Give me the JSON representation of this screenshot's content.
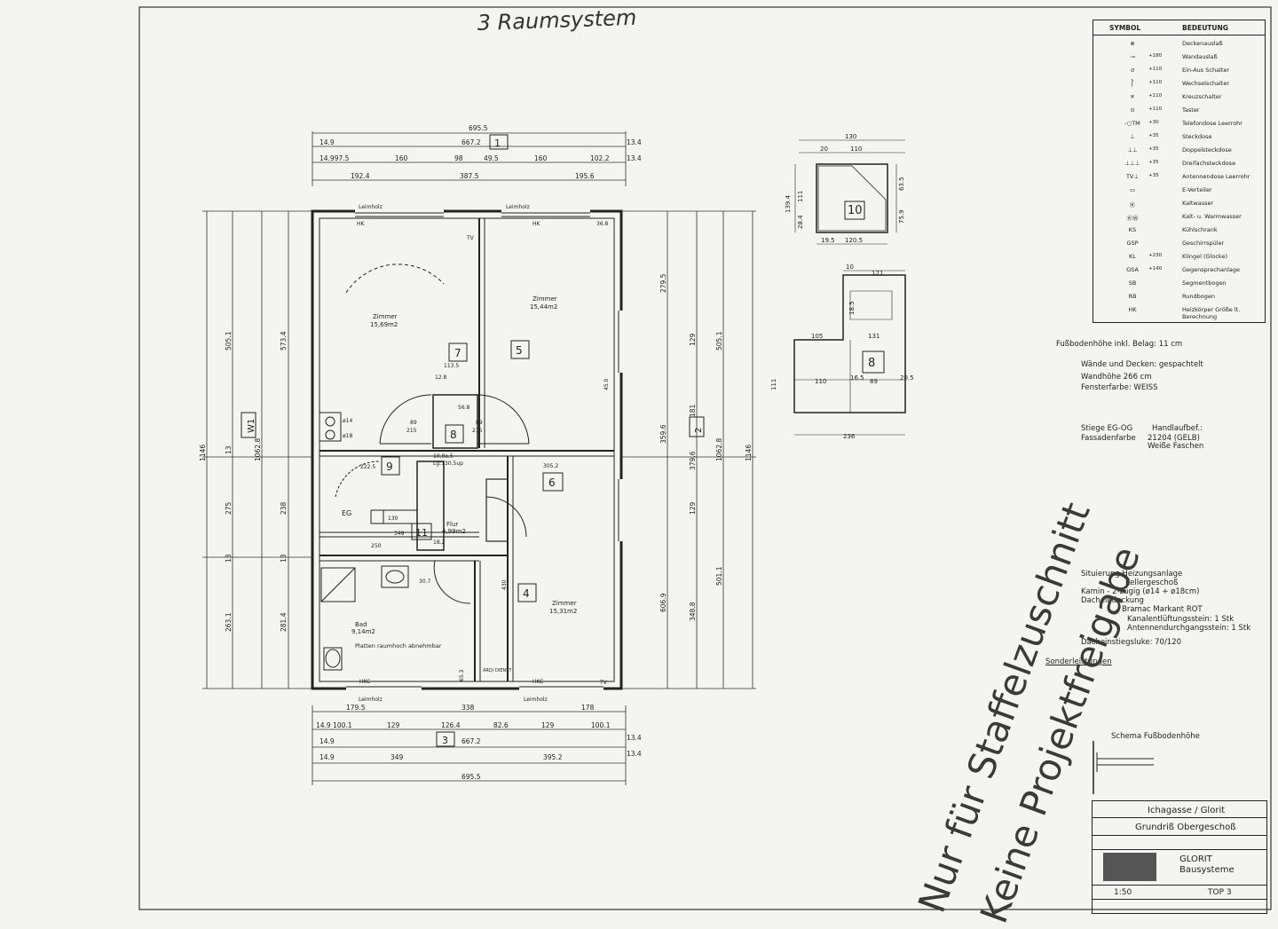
{
  "handwritten_header": "3 Raumsystem",
  "plan": {
    "dims_top": {
      "total": "695.5",
      "inner": "667.2",
      "left_edge": "14.9",
      "right_edge": "13.4",
      "row2": [
        "14.997.5",
        "160",
        "98",
        "49.5",
        "160",
        "102.2",
        "13.4"
      ],
      "row3": [
        "192.4",
        "387.5",
        "195.6"
      ]
    },
    "dims_bottom": {
      "row1": [
        "179.5",
        "338",
        "178"
      ],
      "row2": [
        "14.9 100.1",
        "129",
        "126.4",
        "82.6",
        "129",
        "100.1"
      ],
      "inner": "667.2",
      "left_edge": "14.9",
      "row4": [
        "14.9",
        "349",
        "395.2"
      ],
      "total": "695.5",
      "right_edges": [
        "13.4",
        "13.4"
      ]
    },
    "dims_left": {
      "total": "1146",
      "parts": [
        "505.1",
        "573.4",
        "275",
        "238",
        "281.4",
        "263.1",
        "13",
        "13",
        "13",
        "1062.8"
      ]
    },
    "dims_right": {
      "total": "1146",
      "parts": [
        "279.5",
        "505.1",
        "359.6",
        "379.6",
        "501.1",
        "606.9",
        "348.8",
        "1062.8",
        "181",
        "129",
        "129"
      ]
    },
    "rooms": [
      {
        "number": "7",
        "name": "Zimmer",
        "area": "15,69m2"
      },
      {
        "number": "5",
        "name": "Zimmer",
        "area": "15,44m2"
      },
      {
        "number": "6",
        "name": "",
        "area": ""
      },
      {
        "number": "4",
        "name": "Zimmer",
        "area": "15,31m2"
      },
      {
        "number": "8",
        "name": "",
        "area": ""
      },
      {
        "number": "9",
        "name": "",
        "area": ""
      },
      {
        "number": "11",
        "name": "Flur",
        "area": "4,99m2"
      },
      {
        "name": "Bad",
        "area": "9,14m2",
        "note": "Platten raumhoch abnehmbar"
      }
    ],
    "labels": [
      "Leimholz",
      "Leimholz",
      "Leimholz",
      "Leimholz",
      "HK",
      "HK",
      "HKC",
      "HKC",
      "TV",
      "TV",
      "EG",
      "ø14",
      "ø18",
      "10,8a,5",
      "Lg:130,5up",
      "ARD/ DIENST",
      "215",
      "215",
      "89",
      "89",
      "130",
      "349",
      "250",
      "222.5",
      "305.2",
      "56.8",
      "36.8",
      "113.5",
      "12.8",
      "18.2",
      "30.7",
      "65.3",
      "430",
      "45.0"
    ],
    "wall_tags": [
      "W1",
      "1",
      "2",
      "3"
    ]
  },
  "details": {
    "d10": {
      "number": "10",
      "dims": [
        "130",
        "20",
        "110",
        "139.4",
        "111",
        "28.4",
        "63.5",
        "75.9",
        "19.5",
        "120.5"
      ]
    },
    "d8": {
      "number": "8",
      "dims": [
        "10",
        "121",
        "105",
        "131",
        "18.5",
        "111",
        "110",
        "16.5",
        "89",
        "20.5",
        "236"
      ]
    }
  },
  "legend": {
    "header_symbol": "SYMBOL",
    "header_meaning": "BEDEUTUNG",
    "rows": [
      {
        "sym": "⊗",
        "h": "",
        "text": "Deckenauslaß"
      },
      {
        "sym": "⊸",
        "h": "+180",
        "text": "Wandauslaß"
      },
      {
        "sym": "ơ",
        "h": "+110",
        "text": "Ein-Aus Schalter"
      },
      {
        "sym": "ʃ̊",
        "h": "+110",
        "text": "Wechselschalter"
      },
      {
        "sym": "✕",
        "h": "+110",
        "text": "Kreuzschalter"
      },
      {
        "sym": "⊙",
        "h": "+110",
        "text": "Taster"
      },
      {
        "sym": "-○TM",
        "h": "+30",
        "text": "Telefondose Leerrohr"
      },
      {
        "sym": "⊥",
        "h": "+35",
        "text": "Steckdose"
      },
      {
        "sym": "⊥⊥",
        "h": "+35",
        "text": "Doppelsteckdose"
      },
      {
        "sym": "⊥⊥⊥",
        "h": "+35",
        "text": "Dreifachsteckdose"
      },
      {
        "sym": "TV⊥",
        "h": "+35",
        "text": "Antennendose Leerrohr"
      },
      {
        "sym": "▭",
        "h": "",
        "text": "E-Verteiler"
      },
      {
        "sym": "Ⓚ",
        "h": "",
        "text": "Kaltwasser"
      },
      {
        "sym": "ⓀⓌ",
        "h": "",
        "text": "Kalt- u. Warmwasser"
      },
      {
        "sym": "KS",
        "h": "",
        "text": "Kühlschrank"
      },
      {
        "sym": "GSP",
        "h": "",
        "text": "Geschirrspüler"
      },
      {
        "sym": "KL",
        "h": "+230",
        "text": "Klingel (Glocke)"
      },
      {
        "sym": "GSA",
        "h": "+140",
        "text": "Gegensprechanlage"
      },
      {
        "sym": "SB",
        "h": "",
        "text": "Segmentbogen"
      },
      {
        "sym": "RB",
        "h": "",
        "text": "Rundbogen"
      },
      {
        "sym": "HK",
        "h": "",
        "text": "Heizkörper Größe lt. Berechnung"
      }
    ]
  },
  "notes": {
    "floor": "Fußbodenhöhe inkl. Belag: 11 cm",
    "walls": "Wände und Decken: gespachtelt",
    "wall_height": "Wandhöhe 266 cm",
    "window_color": "Fensterfarbe: WEISS",
    "stairs_label": "Stiege EG-OG",
    "stairs_value": "Handlaufbef.:",
    "facade_label": "Fassadenfarbe",
    "facade_value": "21204 (GELB)",
    "facade_extra": "Weiße Faschen",
    "heating_label": "Situierung Heizungsanlage",
    "heating_value": "Kellergeschoß",
    "chimney": "Kamin - 2-zügig (ø14 + ø18cm)",
    "roof_label": "Dacheindeckung",
    "roof_value": "Bramac Markant ROT",
    "roof_vent": "Kanalentlüftungsstein: 1 Stk",
    "roof_antenna": "Antennendurchgangsstein: 1 Stk",
    "roof_hatch": "Dacheinstiegsluke: 70/120",
    "extras": "Sonderleistungen",
    "floor_schema": "Schema Fußbodenhöhe"
  },
  "stamp": {
    "line1": "Nur für Staffelzuschnitt",
    "line2": "Keine Projektfreigabe"
  },
  "titleblock": {
    "project": "Ichagasse / Glorit",
    "drawing": "Grundriß Obergeschoß",
    "company": "GLORIT",
    "company2": "Bausysteme",
    "scale": "1:50",
    "unit": "TOP 3"
  }
}
